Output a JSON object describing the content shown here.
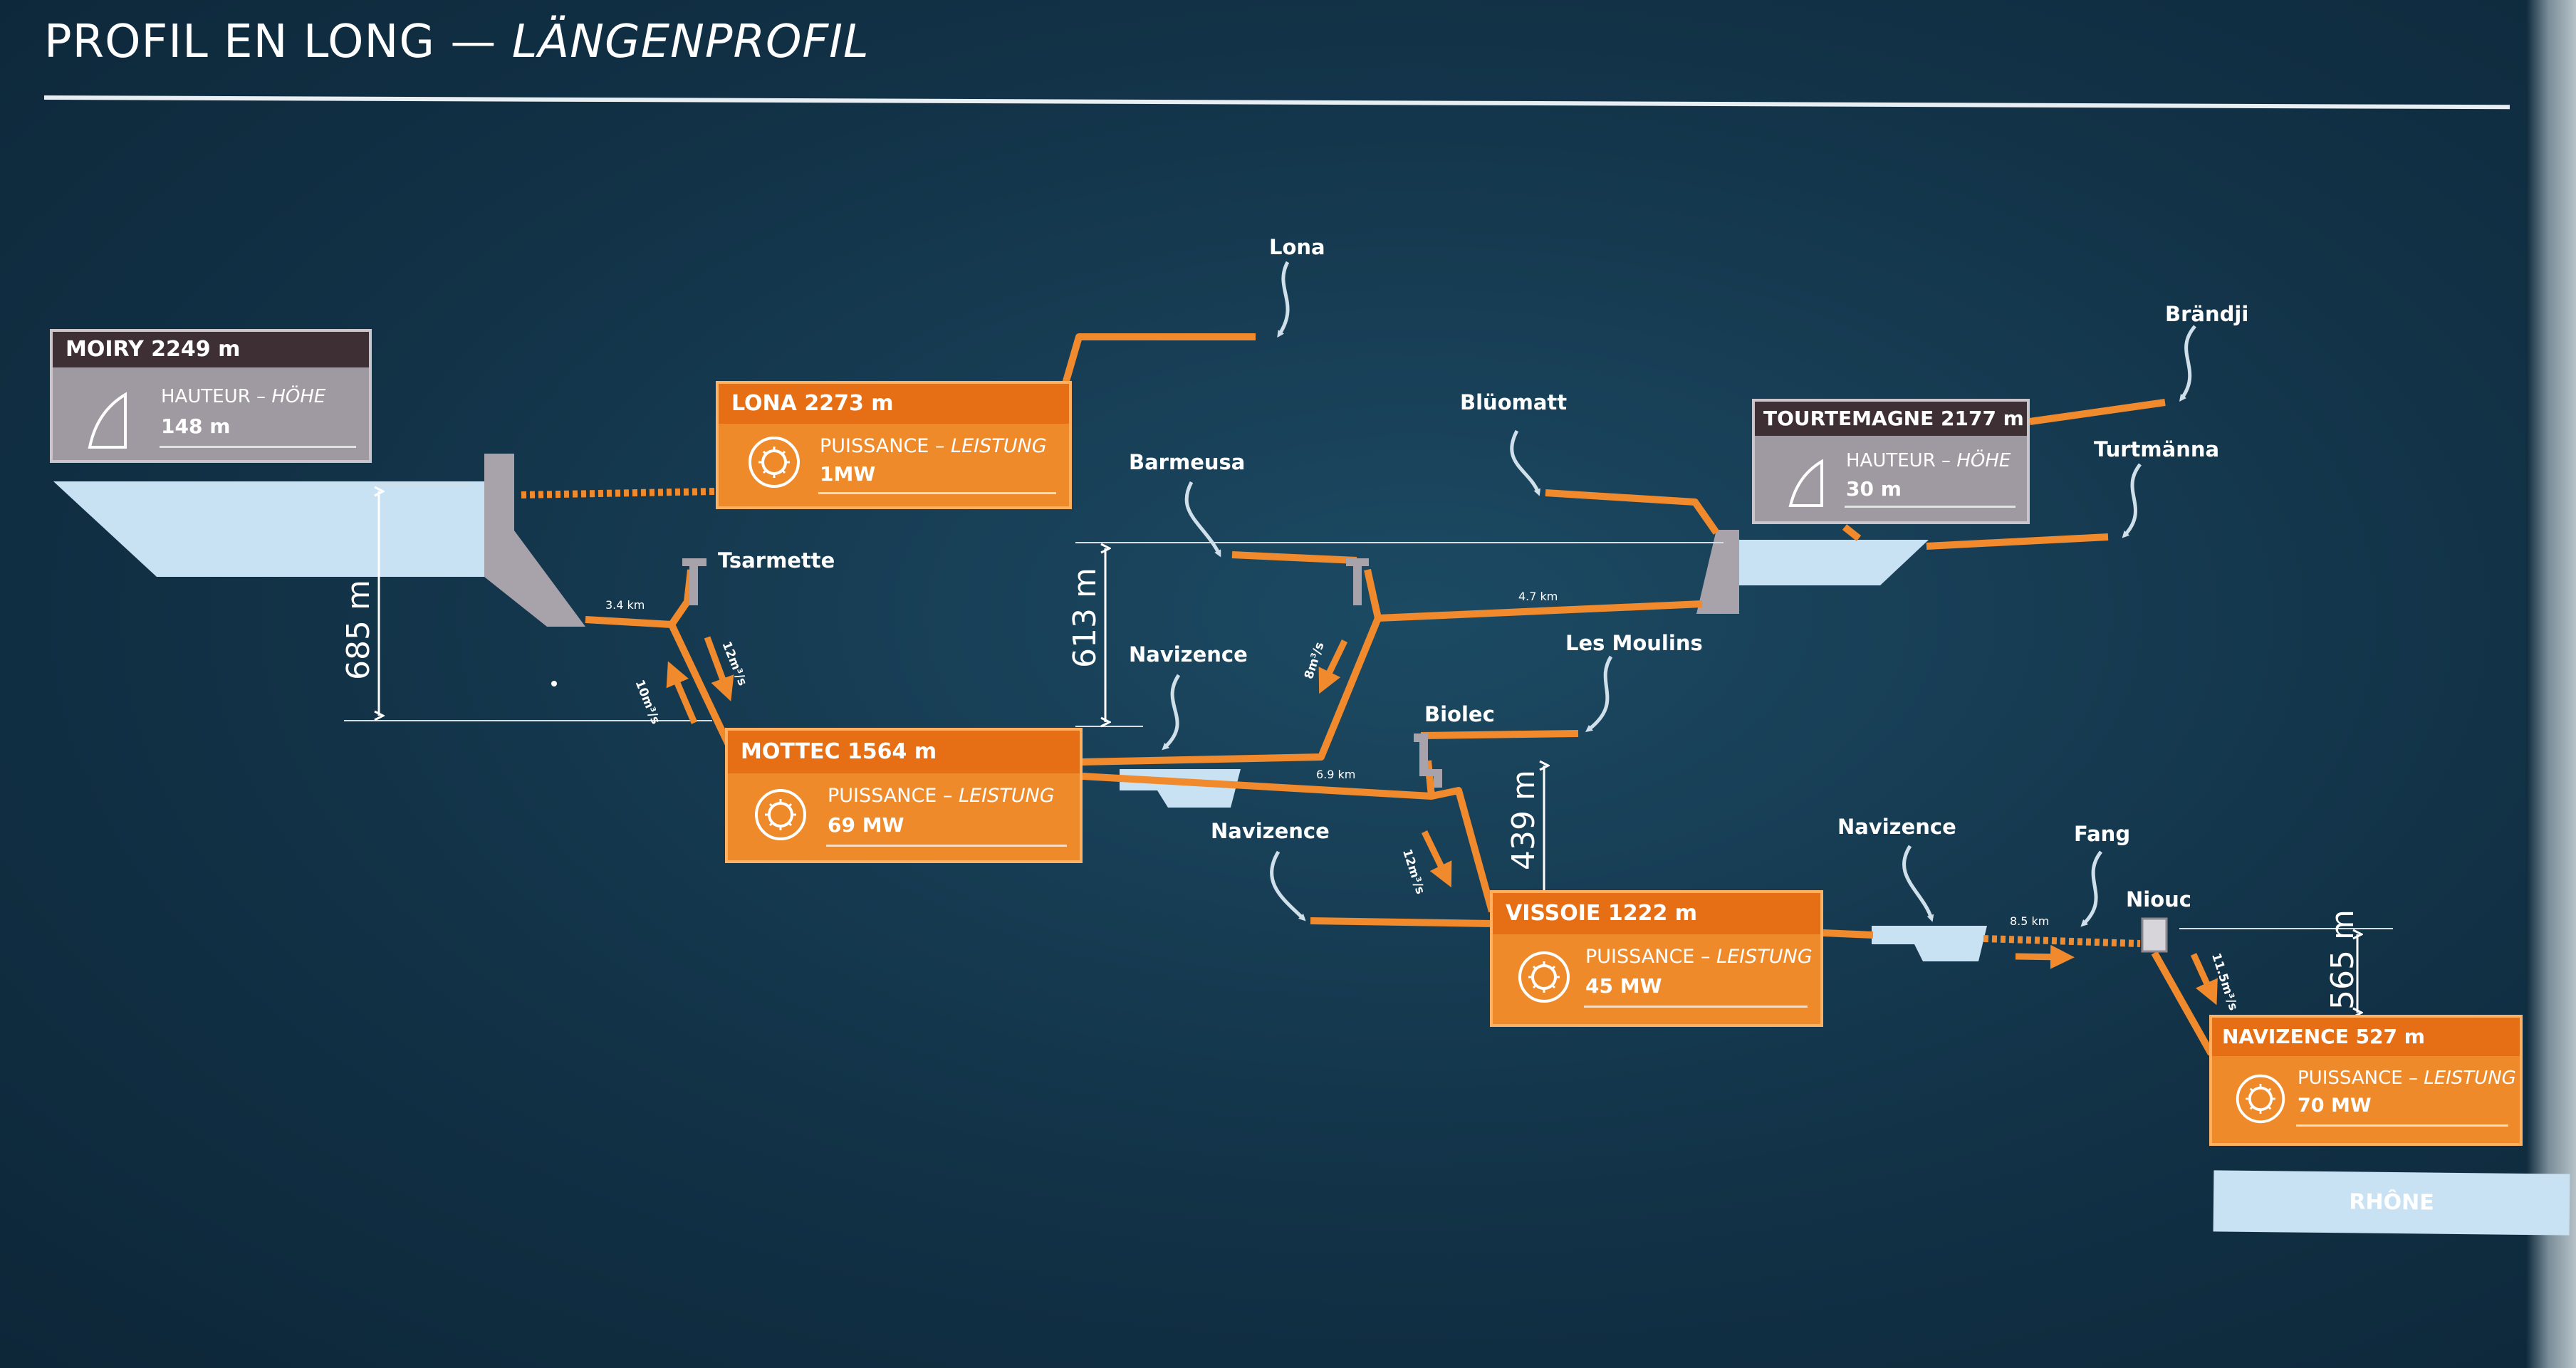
{
  "title": {
    "fr": "PROFIL EN LONG —",
    "de": "LÄNGENPROFIL"
  },
  "colors": {
    "background": "#16394f",
    "pipe": "#f08a2c",
    "water": "#c9e2f3",
    "station_box": "#ef8a2a",
    "dam_box": "#9f9aa1",
    "dam_header": "#3e2f35"
  },
  "dams": {
    "moiry": {
      "name": "MOIRY 2249 m",
      "label_fr": "HAUTEUR",
      "label_de": "HÖHE",
      "value": "148 m",
      "icon": "dam-icon"
    },
    "tourtemagne": {
      "name": "TOURTEMAGNE 2177 m",
      "label_fr": "HAUTEUR",
      "label_de": "HÖHE",
      "value": "30 m",
      "icon": "dam-icon"
    }
  },
  "stations": {
    "lona": {
      "name": "LONA 2273 m",
      "label_fr": "PUISSANCE",
      "label_de": "LEISTUNG",
      "value": "1MW",
      "icon": "sun-turbine-icon"
    },
    "mottec": {
      "name": "MOTTEC 1564 m",
      "label_fr": "PUISSANCE",
      "label_de": "LEISTUNG",
      "value": "69 MW",
      "icon": "sun-turbine-icon"
    },
    "vissoie": {
      "name": "VISSOIE 1222 m",
      "label_fr": "PUISSANCE",
      "label_de": "LEISTUNG",
      "value": "45 MW",
      "icon": "sun-turbine-icon"
    },
    "navizence": {
      "name": "NAVIZENCE 527 m",
      "label_fr": "PUISSANCE",
      "label_de": "LEISTUNG",
      "value": "70 MW",
      "icon": "sun-turbine-icon"
    }
  },
  "streams": {
    "lona": "Lona",
    "brandji": "Brändji",
    "bluomatt": "Blüomatt",
    "turtmanna": "Turtmänna",
    "barmeusa": "Barmeusa",
    "navizence_1": "Navizence",
    "les_moulins": "Les Moulins",
    "navizence_2": "Navizence",
    "navizence_3": "Navizence",
    "fang": "Fang"
  },
  "places": {
    "tsarmette": "Tsarmette",
    "biolec": "Biolec",
    "niouc": "Niouc"
  },
  "distances": {
    "moiry_mottec": "3.4 km",
    "tourtemagne_barmeusa": "4.7 km",
    "mottec_vissoie": "6.9 km",
    "vissoie_niouc": "8.5 km"
  },
  "heads": {
    "moiry": "685 m",
    "barmeusa": "613 m",
    "biolec": "439 m",
    "niouc": "565 m"
  },
  "flows": {
    "tsarmette_down": "12m³/s",
    "tsarmette_up": "10m³/s",
    "barmeusa": "8m³/s",
    "biolec": "12m³/s",
    "niouc": "11.5m³/s"
  },
  "river": "RHÔNE"
}
